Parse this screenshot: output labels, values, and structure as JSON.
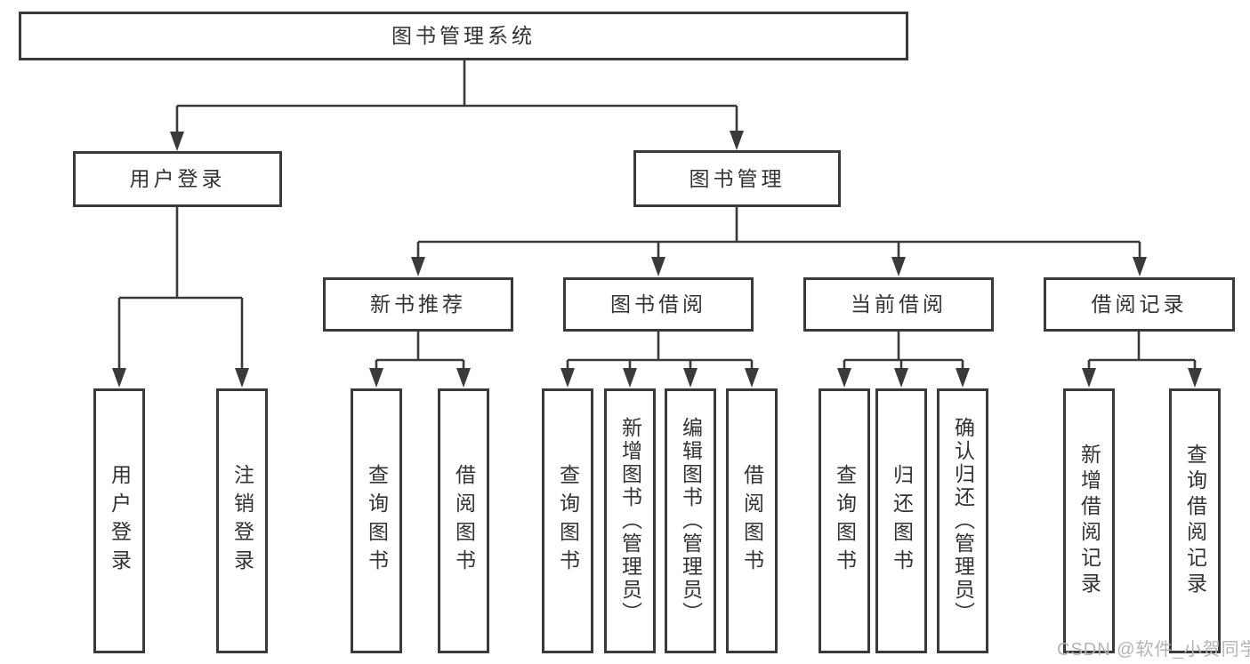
{
  "diagram": {
    "root": "图书管理系统",
    "level2": [
      "用户登录",
      "图书管理"
    ],
    "level3": [
      "新书推荐",
      "图书借阅",
      "当前借阅",
      "借阅记录"
    ],
    "leaves": {
      "user_login": [
        "用户登录",
        "注销登录"
      ],
      "new_book_recommend": [
        "查询图书",
        "借阅图书"
      ],
      "book_borrow": [
        "查询图书",
        "新增图书（管理员）",
        "编辑图书（管理员）",
        "借阅图书"
      ],
      "current_borrow": [
        "查询图书",
        "归还图书",
        "确认归还（管理员）"
      ],
      "borrow_record": [
        "新增借阅记录",
        "查询借阅记录"
      ]
    }
  },
  "watermark": "CSDN @软件_小贺同学",
  "colors": {
    "line": "#3a3a3a",
    "text": "#333333",
    "watermark": "#b4b4b4",
    "background": "#ffffff"
  }
}
